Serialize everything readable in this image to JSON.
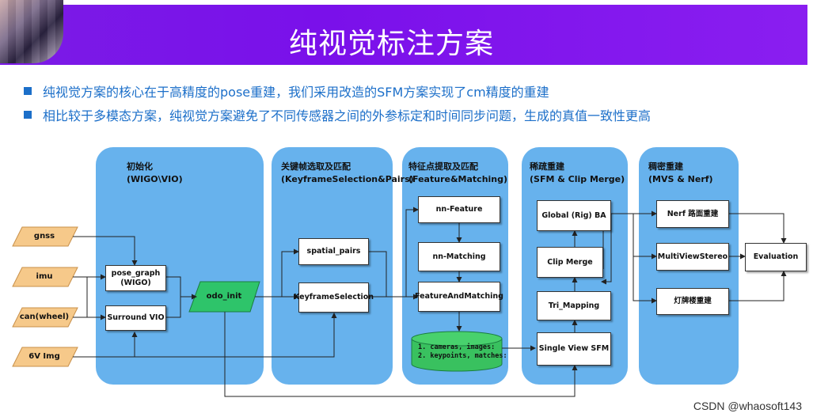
{
  "title": "纯视觉标注方案",
  "bullets": [
    "纯视觉方案的核心在于高精度的pose重建，我们采用改造的SFM方案实现了cm精度的重建",
    "相比较于多模态方案，纯视觉方案避免了不同传感器之间的外参标定和时间同步问题，生成的真值一致性更高"
  ],
  "panels": {
    "init": {
      "title": "初始化",
      "subtitle": "(WIGO\\VIO)"
    },
    "keyframe": {
      "title": "关键帧选取及匹配",
      "subtitle": "(KeyframeSelection&Pairs)"
    },
    "feature": {
      "title": "特征点提取及匹配",
      "subtitle": "(Feature&Matching)"
    },
    "sparse": {
      "title": "稀疏重建",
      "subtitle": "(SFM & Clip Merge)"
    },
    "dense": {
      "title": "稠密重建",
      "subtitle": "(MVS & Nerf)"
    }
  },
  "inputs": [
    "gnss",
    "imu",
    "can(wheel)",
    "6V Img"
  ],
  "nodes": {
    "pose_graph": "pose_graph\n(WIGO)",
    "surround_vio": "Surround VIO",
    "odo_init": "odo_init",
    "spatial_pairs": "spatial_pairs",
    "keyframe_selection": "KeyframeSelection",
    "nn_feature": "nn-Feature",
    "nn_matching": "nn-Matching",
    "feature_and_matching": "FeatureAndMatching",
    "database": "1. cameras, images:\n2. keypoints, matches:",
    "global_ba": "Global (Rig) BA",
    "clip_merge": "Clip Merge",
    "tri_mapping": "Tri_Mapping",
    "single_view_sfm": "Single View SFM",
    "nerf": "Nerf 路面重建",
    "mvs": "MultiViewStereo",
    "lamp": "灯牌楼重建",
    "evaluation": "Evaluation"
  },
  "watermark": "CSDN @whaosoft143",
  "colors": {
    "header": "#7b1be6",
    "panel": "#67b2ed",
    "input": "#f6c98a",
    "odo": "#2ec46a",
    "db": "#39c15f",
    "bullet": "#1c6fc9"
  }
}
